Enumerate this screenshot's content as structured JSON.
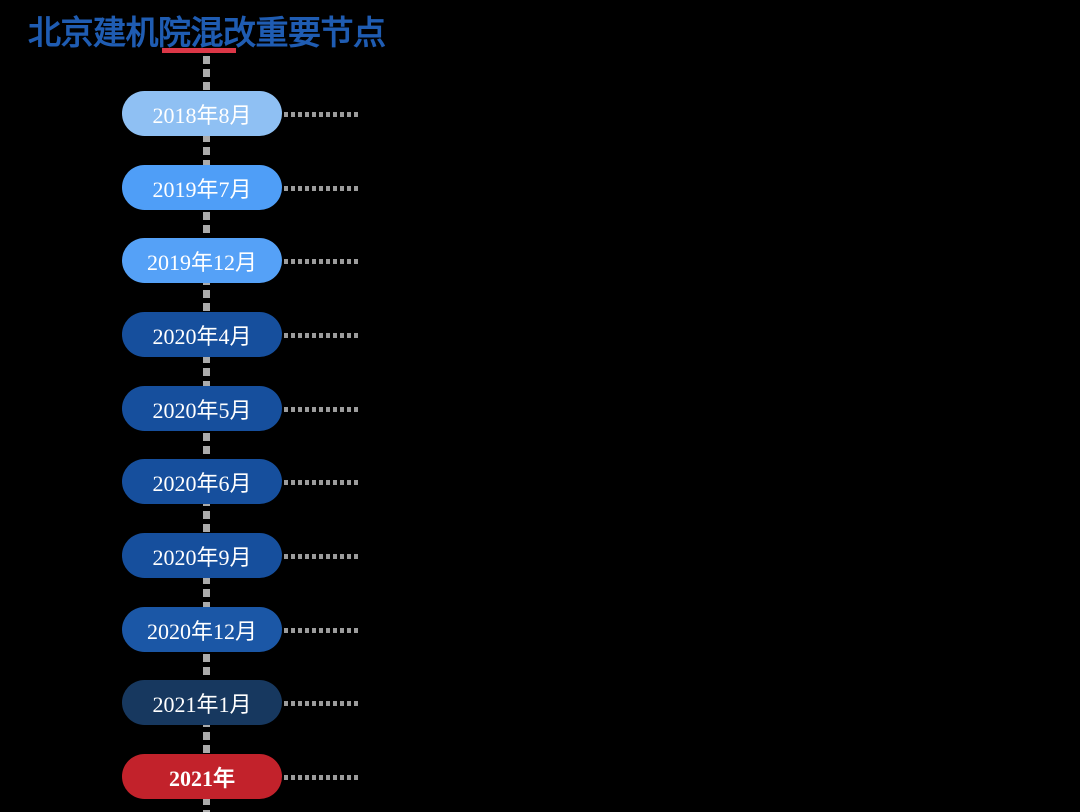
{
  "title": {
    "text": "北京建机院混改重要节点"
  },
  "colors": {
    "background": "#000000",
    "title_text": "#1F5CB2",
    "title_underline": "#DC3747",
    "axis_dash": "#ABABAB",
    "connector_dash": "#9C9C9C",
    "label_text": "#FFFFFF"
  },
  "timeline": {
    "items": [
      {
        "label": "2018年8月",
        "color": "#8FC0F3",
        "bold": false
      },
      {
        "label": "2019年7月",
        "color": "#4F9EF7",
        "bold": false
      },
      {
        "label": "2019年12月",
        "color": "#55A1F7",
        "bold": false
      },
      {
        "label": "2020年4月",
        "color": "#164F9D",
        "bold": false
      },
      {
        "label": "2020年5月",
        "color": "#164F9D",
        "bold": false
      },
      {
        "label": "2020年6月",
        "color": "#164F9D",
        "bold": false
      },
      {
        "label": "2020年9月",
        "color": "#164F9D",
        "bold": false
      },
      {
        "label": "2020年12月",
        "color": "#1B57A6",
        "bold": false
      },
      {
        "label": "2021年1月",
        "color": "#17385F",
        "bold": false
      },
      {
        "label": "2021年",
        "color": "#C2222B",
        "bold": true
      }
    ]
  }
}
